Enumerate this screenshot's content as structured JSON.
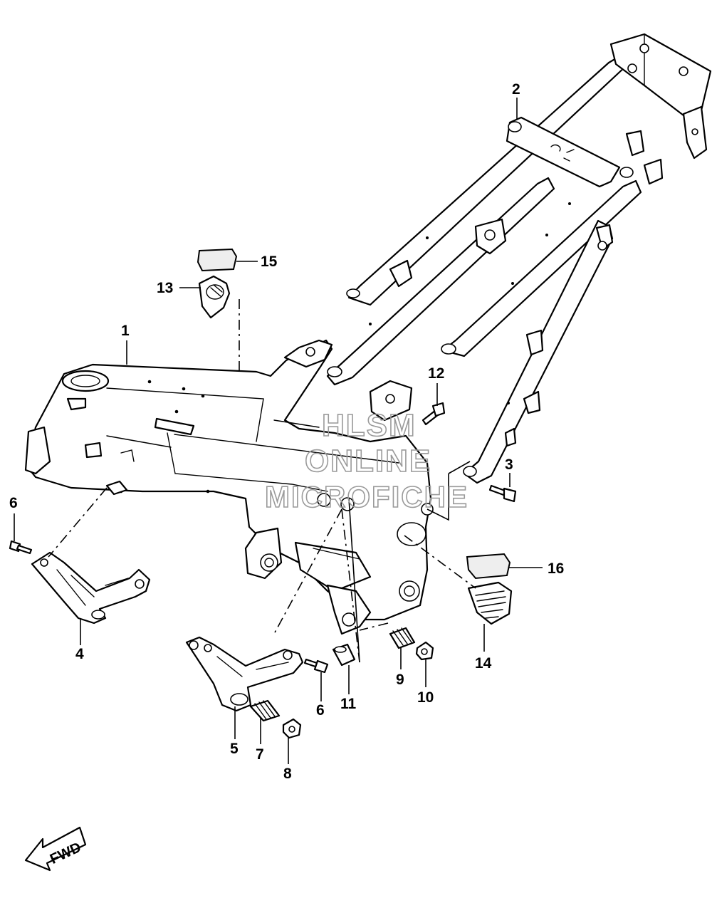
{
  "callouts": {
    "c1": "1",
    "c2": "2",
    "c3": "3",
    "c4": "4",
    "c5": "5",
    "c6a": "6",
    "c6b": "6",
    "c7": "7",
    "c8": "8",
    "c9": "9",
    "c10": "10",
    "c11": "11",
    "c12": "12",
    "c13": "13",
    "c14": "14",
    "c15": "15",
    "c16": "16"
  },
  "watermark": {
    "line1": "HLSM",
    "line2": "ONLINE",
    "line3": "MICROFICHE",
    "color": "#9a9a9a"
  },
  "direction_badge": {
    "label": "FWD",
    "icon": "forward-arrow-icon"
  }
}
